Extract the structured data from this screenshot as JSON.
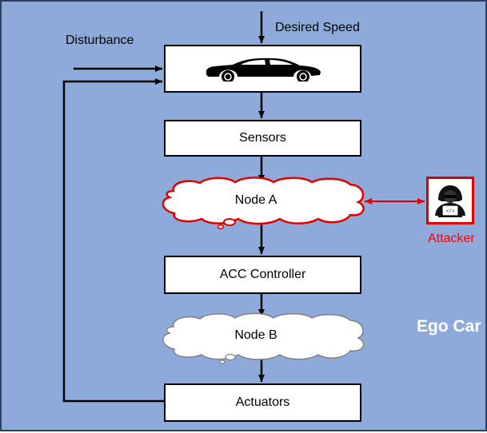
{
  "inputs": {
    "desired_speed": "Desired Speed",
    "disturbance": "Disturbance"
  },
  "blocks": {
    "vehicle": {
      "icon": "car-icon"
    },
    "sensors": "Sensors",
    "acc_controller": "ACC Controller",
    "actuators": "Actuators"
  },
  "nodes": {
    "node_a": "Node A",
    "node_b": "Node B"
  },
  "attacker": {
    "label": "Attacker",
    "icon": "hacker-icon"
  },
  "system_label": "Ego Car",
  "colors": {
    "background": "#8eaadb",
    "attack_red": "#ff0000",
    "block_fill": "#ffffff",
    "arrow": "#000000",
    "ego_label": "#ffffff"
  }
}
